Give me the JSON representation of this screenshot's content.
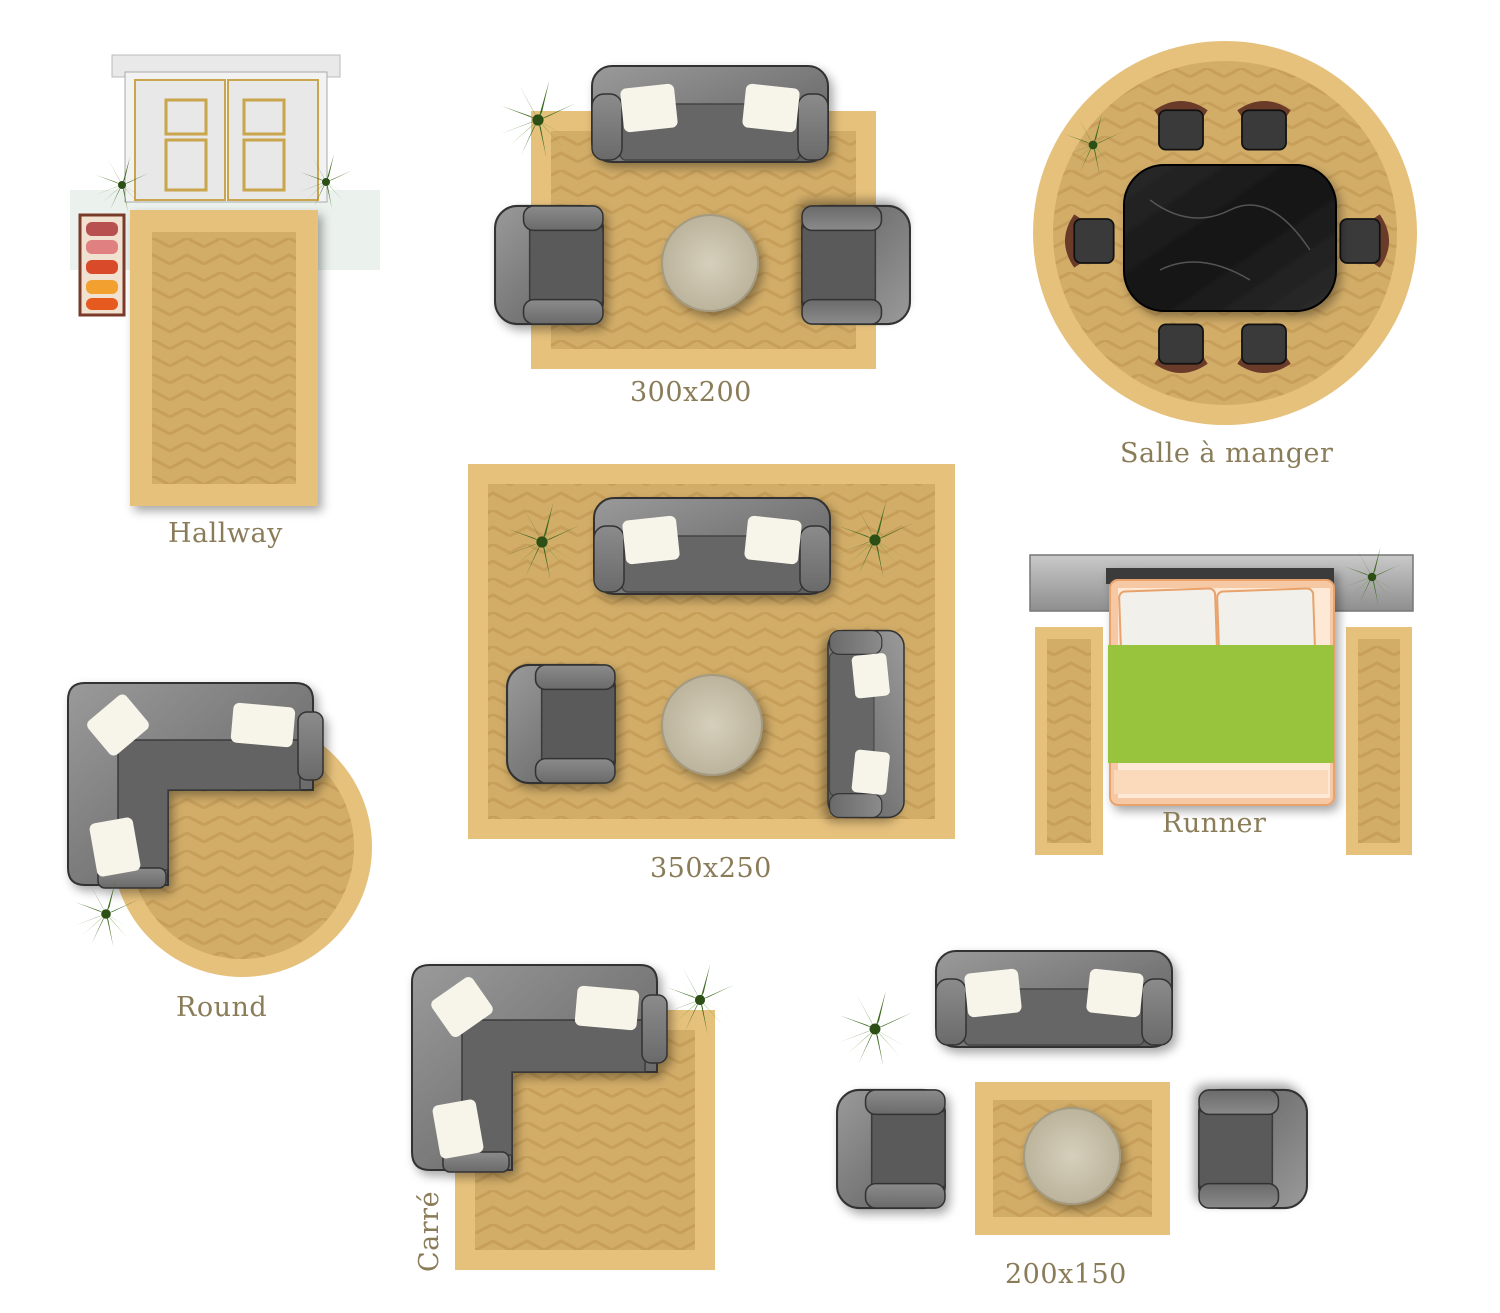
{
  "labels": {
    "hallway": "Hallway",
    "size_300x200": "300x200",
    "dining": "Salle à manger",
    "size_350x250": "350x250",
    "runner": "Runner",
    "round": "Round",
    "carre": "Carré",
    "size_200x150": "200x150"
  },
  "colors": {
    "rug_border": "#e6c17c",
    "rug_field": "#d2ad68",
    "sofa": "#6e6e6e",
    "sofa_dark": "#4a4a4a",
    "cushion": "#f7f4ea",
    "table_wood": "#c8c1ad",
    "marble": "#1b1b1b",
    "plant": "#3d6a1f",
    "bed_green": "#98c43c",
    "bed_peach": "#f6c8a3",
    "label": "#8a7c58"
  },
  "icons": [
    "plant-icon",
    "sofa-icon",
    "armchair-icon",
    "coffee-table-icon",
    "dining-table-icon",
    "chair-icon",
    "bed-icon",
    "door-icon",
    "shoe-rack-icon",
    "nightstand-icon"
  ]
}
